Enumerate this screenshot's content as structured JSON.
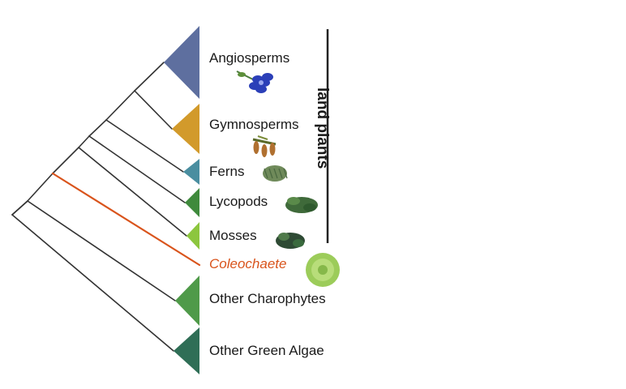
{
  "tree": {
    "taxa": [
      {
        "id": "angiosperms",
        "label": "Angiosperms",
        "color": "#5e6f9f",
        "clade": true,
        "icon": "blue-flower-icon"
      },
      {
        "id": "gymnosperms",
        "label": "Gymnosperms",
        "color": "#d29a2b",
        "clade": true,
        "icon": "conifer-cone-icon"
      },
      {
        "id": "ferns",
        "label": "Ferns",
        "color": "#4a8ea0",
        "clade": true,
        "icon": "fern-frond-icon"
      },
      {
        "id": "lycopods",
        "label": "Lycopods",
        "color": "#3f8a3c",
        "clade": true,
        "icon": "lycopod-leaf-icon"
      },
      {
        "id": "mosses",
        "label": "Mosses",
        "color": "#8cc63e",
        "clade": true,
        "icon": "moss-icon"
      },
      {
        "id": "coleochaete",
        "label": "Coleochaete",
        "color": "#d9541c",
        "clade": false,
        "icon": "green-algal-disc-icon"
      },
      {
        "id": "other-charophytes",
        "label": "Other Charophytes",
        "color": "#4f9a49",
        "clade": true
      },
      {
        "id": "other-green-algae",
        "label": "Other Green Algae",
        "color": "#2f6e56",
        "clade": true
      }
    ],
    "bracket_label": "land plants",
    "line_color": "#333333",
    "highlight_color": "#d9541c"
  }
}
